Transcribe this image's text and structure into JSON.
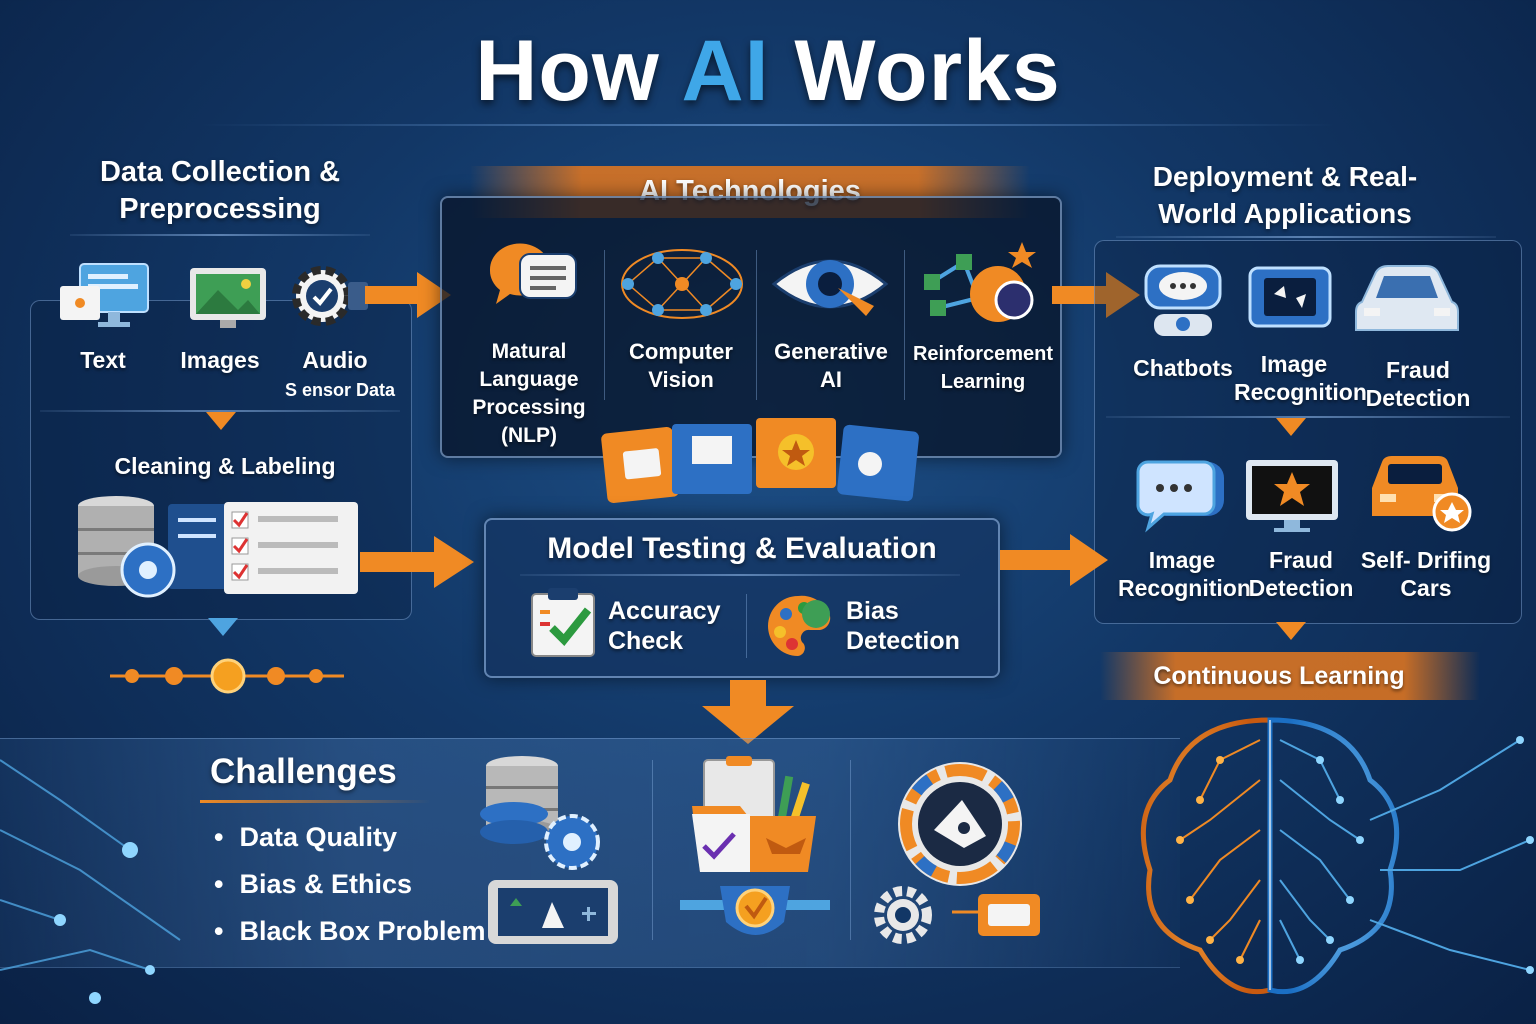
{
  "title": {
    "part1": "How ",
    "accent": "AI",
    "part2": " Works"
  },
  "data_collection": {
    "title": "Data Collection & Preprocessing",
    "sources": [
      {
        "label": "Text",
        "icon": "monitor-text-icon"
      },
      {
        "label": "Images",
        "icon": "image-monitor-icon"
      },
      {
        "label": "Audio",
        "icon": "audio-gear-icon"
      }
    ],
    "sensor_label": "S ensor Data",
    "cleaning_title": "Cleaning & Labeling"
  },
  "ai_technologies": {
    "title": "AI Technologies",
    "items": [
      {
        "label": "Matural Language Processing (NLP)",
        "icon": "chat-bubbles-icon"
      },
      {
        "label": "Computer Vision",
        "icon": "neural-network-icon"
      },
      {
        "label": "Generative AI",
        "icon": "eye-icon"
      },
      {
        "label": "Reinforcement Learning",
        "icon": "robot-network-icon"
      }
    ]
  },
  "deployment": {
    "title": "Deployment & Real- World Applications",
    "row1": [
      {
        "label": "Chatbots",
        "icon": "chatbot-icon"
      },
      {
        "label": "Image Recognition",
        "icon": "tablet-icon"
      },
      {
        "label": "Fraud Detection",
        "icon": "car-icon"
      }
    ],
    "row2": [
      {
        "label": "Image Recognition",
        "icon": "speech-bubble-icon"
      },
      {
        "label": "Fraud Detection",
        "icon": "alert-monitor-icon"
      },
      {
        "label": "Self- Drifing Cars",
        "icon": "orange-car-icon"
      }
    ],
    "continuous": "Continuous Learning"
  },
  "model_testing": {
    "title": "Model Testing & Evaluation",
    "items": [
      {
        "label": "Accuracy Check",
        "icon": "clipboard-check-icon"
      },
      {
        "label": "Bias Detection",
        "icon": "palette-icon"
      }
    ]
  },
  "challenges": {
    "title": "Challenges",
    "items": [
      "Data Quality",
      "Bias & Ethics",
      "Black Box Problem"
    ]
  },
  "colors": {
    "accent_blue": "#3fa7e8",
    "orange": "#f08a24",
    "bg": "#123766"
  }
}
